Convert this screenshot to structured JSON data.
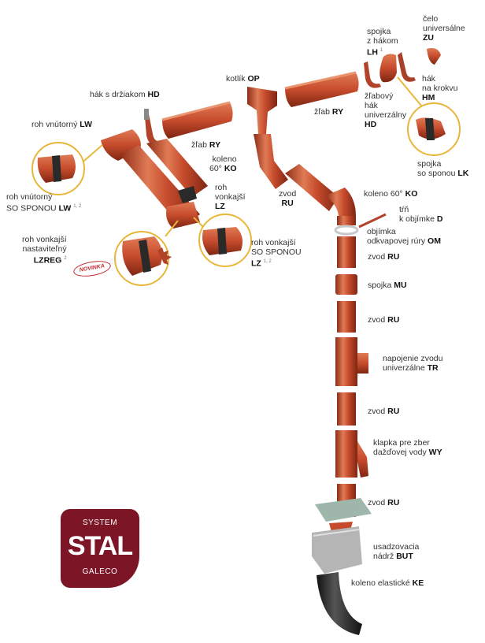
{
  "colors": {
    "pipe": "#c64b2c",
    "pipe_dark": "#8e2e17",
    "pipe_light": "#e07a55",
    "ring": "#e8b73a",
    "rubber": "#2a2a2a",
    "brand": "#7c1526"
  },
  "labels": {
    "celo": {
      "text": "čelo\nuniversálne",
      "code": "ZU"
    },
    "spojka_lh": {
      "text": "spojka\nz hákom",
      "code": "LH",
      "sup": "1"
    },
    "hak_hm": {
      "text": "hák\nna krokvu",
      "code": "HM"
    },
    "zlabovy": {
      "text": "žľabový\nhák\nuniverzálny",
      "code": "HD"
    },
    "spojka_lk": {
      "text": "spojka\nso sponou",
      "code": "LK"
    },
    "kotlik": {
      "text": "kotlík",
      "code": "OP"
    },
    "zlab_ry1": {
      "text": "žľab",
      "code": "RY"
    },
    "hak_hd": {
      "text": "hák s držiakom",
      "code": "HD"
    },
    "roh_lw": {
      "text": "roh vnútorný",
      "code": "LW"
    },
    "zlab_ry2": {
      "text": "žľab",
      "code": "RY"
    },
    "koleno_ko": {
      "text": "koleno\n60°",
      "code": "KO"
    },
    "roh_lw_s": {
      "text": "roh vnútorný\nSO SPONOU",
      "code": "LW",
      "sup": "1, 2"
    },
    "roh_lz": {
      "text": "roh\nvonkajší",
      "code": "LZ"
    },
    "zvod_ru1": {
      "text": "zvod",
      "code": "RU"
    },
    "koleno60": {
      "text": "koleno 60°",
      "code": "KO"
    },
    "trn": {
      "text": "tŕň\nk objímke",
      "code": "D"
    },
    "objimka": {
      "text": "objímka\nodkvapovej rúry",
      "code": "OM"
    },
    "roh_lzreg": {
      "text": "roh vonkajší\nnastaviteľný",
      "code": "LZREG",
      "sup": "2"
    },
    "roh_lz_s": {
      "text": "roh vonkajší\nSO SPONOU",
      "code": "LZ",
      "sup": "1, 2"
    },
    "zvod_ru2": {
      "text": "zvod",
      "code": "RU"
    },
    "spojka_mu": {
      "text": "spojka",
      "code": "MU"
    },
    "zvod_ru3": {
      "text": "zvod",
      "code": "RU"
    },
    "napojenie": {
      "text": "napojenie zvodu\nuniverzálne",
      "code": "TR"
    },
    "zvod_ru4": {
      "text": "zvod",
      "code": "RU"
    },
    "klapka": {
      "text": "klapka pre zber\ndažďovej vody",
      "code": "WY"
    },
    "zvod_ru5": {
      "text": "zvod",
      "code": "RU"
    },
    "nadrz": {
      "text": "usadzovacia\nnádrž",
      "code": "BUT"
    },
    "koleno_ke": {
      "text": "koleno elastické",
      "code": "KE"
    }
  },
  "badge": "NOVINKA",
  "logo": {
    "line1": "SYSTEM",
    "line2": "STAL",
    "line3": "GALECO"
  }
}
